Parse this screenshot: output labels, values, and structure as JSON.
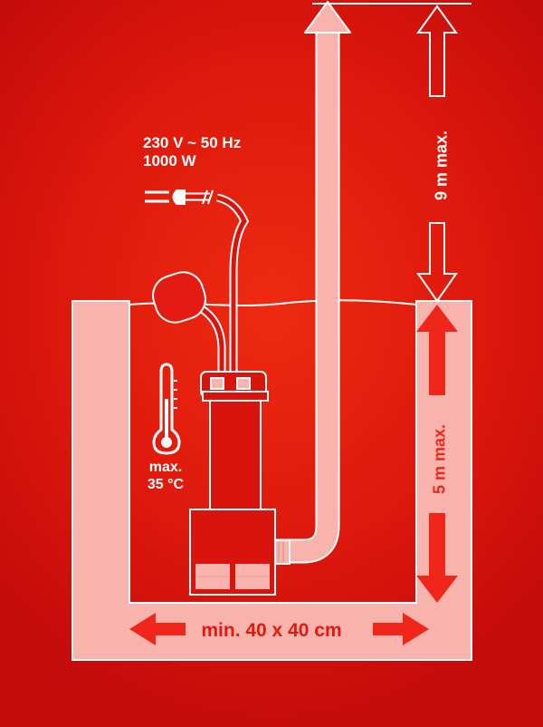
{
  "diagram": {
    "supply": {
      "voltage": "230 V ~ 50 Hz",
      "power": "1000 W"
    },
    "water_temperature": {
      "line1": "max.",
      "line2": "35 °C"
    },
    "delivery_height": "9 m max.",
    "immersion_depth": "5 m max.",
    "shaft_size": "min. 40 x 40 cm",
    "icons": [
      "power-plug-icon",
      "thermometer-icon",
      "float-switch-icon",
      "pump-icon",
      "hose-icon",
      "arrow-icon"
    ],
    "colors": {
      "background": "#d8140c",
      "pale": "#f7b3ac",
      "bright": "#e1190f",
      "white": "#ffffff"
    }
  }
}
